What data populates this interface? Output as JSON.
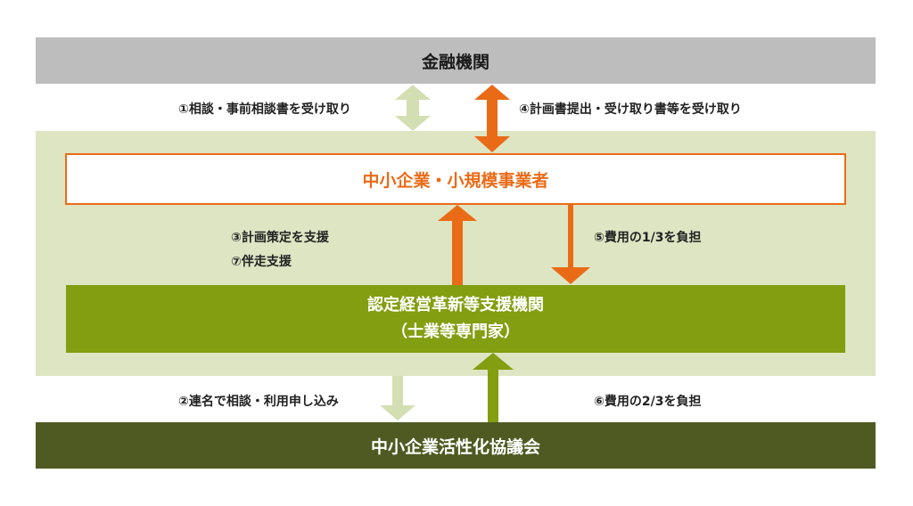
{
  "boxes": {
    "bank": "金融機関",
    "sme": "中小企業・小規模事業者",
    "support_line1": "認定経営革新等支援機関",
    "support_line2": "（士業等専門家）",
    "council": "中小企業活性化協議会"
  },
  "labels": {
    "step1": "①相談・事前相談書を受け取り",
    "step4": "④計画書提出・受け取り書等を受け取り",
    "step3": "③計画策定を支援",
    "step7": "⑦伴走支援",
    "step5": "⑤費用の1/3を負担",
    "step2": "②連名で相談・利用申し込み",
    "step6": "⑥費用の2/3を負担"
  },
  "colors": {
    "orange": "#ea6b17",
    "light_green": "#dde5c3",
    "pale_arrow": "#d3dfb2",
    "mid_green": "#839e10",
    "dark_green": "#4f5a22",
    "gray": "#bdbdbd"
  }
}
